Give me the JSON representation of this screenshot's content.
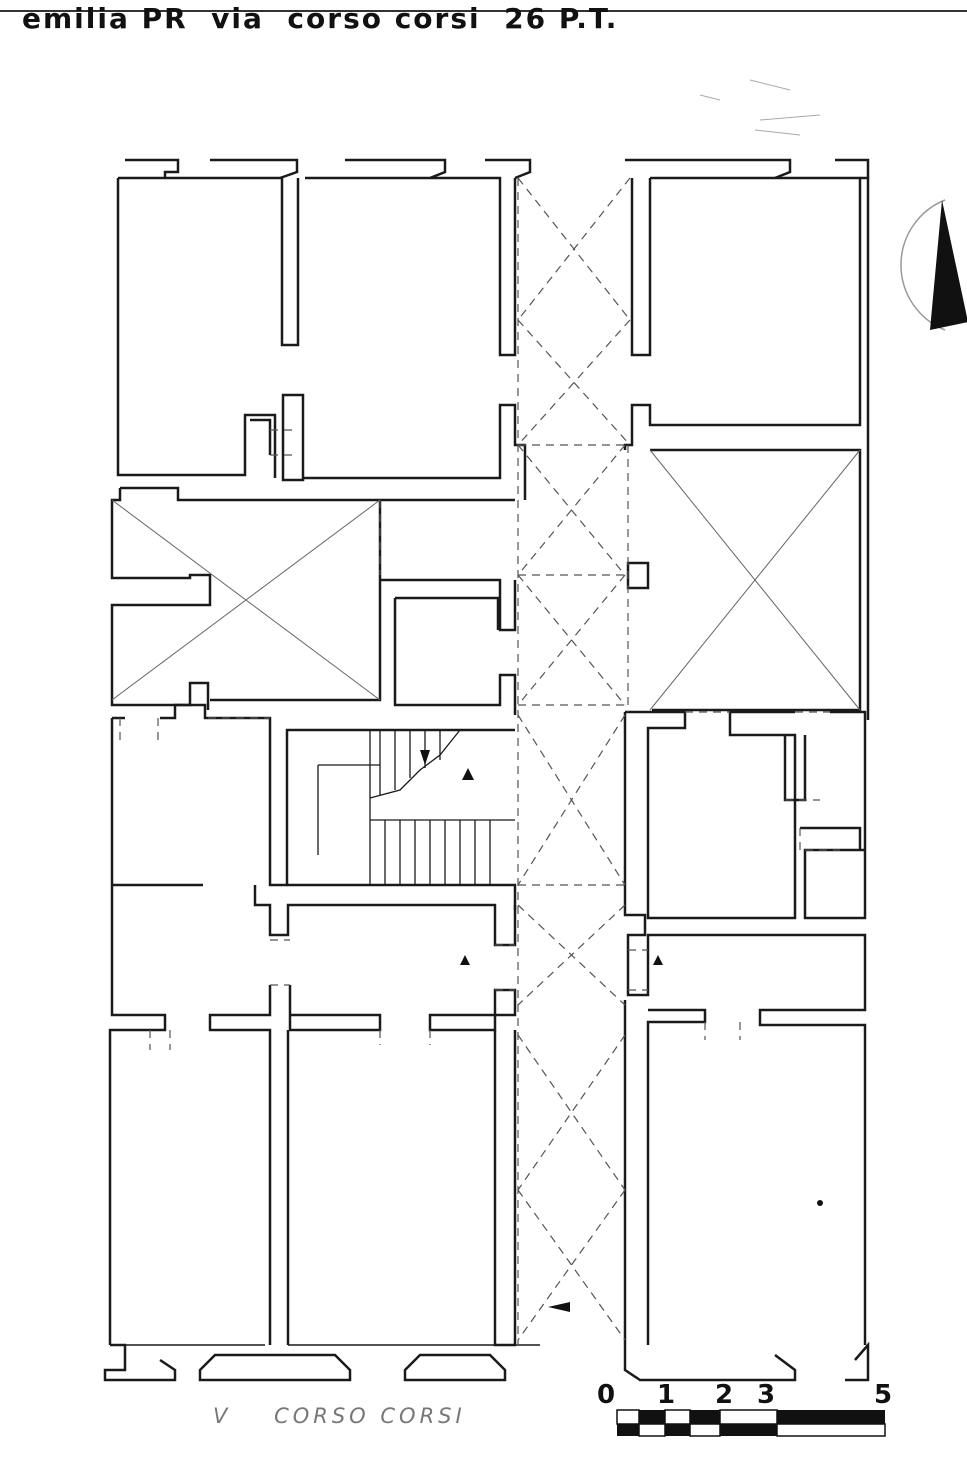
{
  "header": {
    "title": "emilia PR  via  corso corsi  26 P.T."
  },
  "street_label": "V    CORSO CORSI",
  "scale": {
    "labels": [
      "0",
      "1",
      "2",
      "3",
      "5"
    ]
  },
  "colors": {
    "line": "#1a1a1a",
    "dash": "#555555",
    "paper": "#ffffff"
  }
}
